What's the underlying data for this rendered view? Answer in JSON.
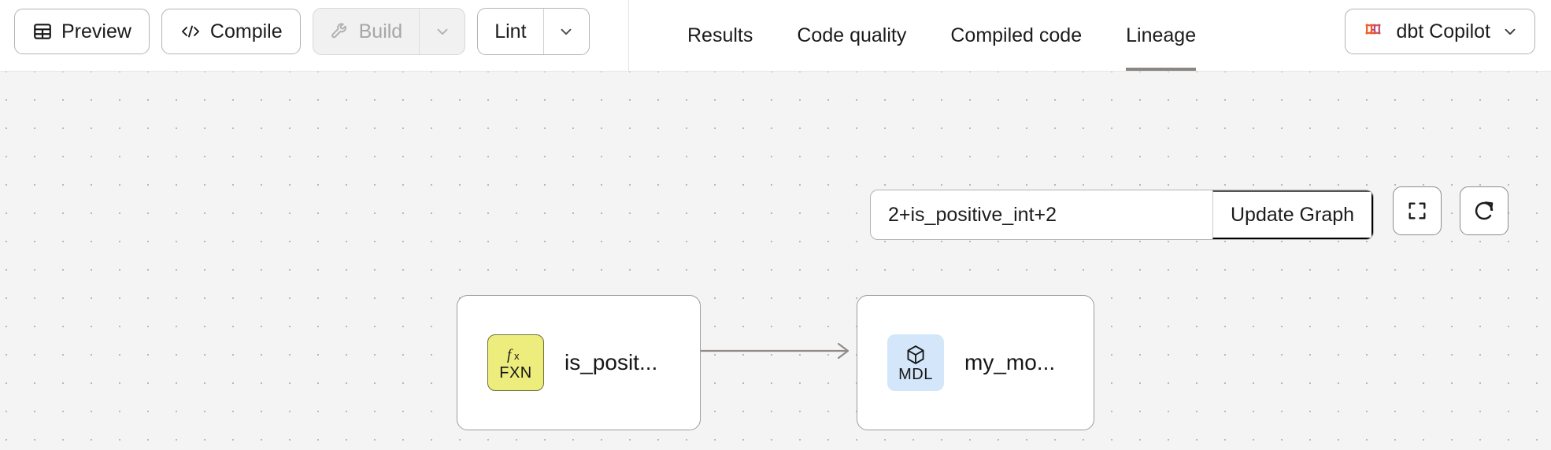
{
  "toolbar": {
    "preview": {
      "label": "Preview",
      "icon": "table-icon",
      "disabled": false
    },
    "compile": {
      "label": "Compile",
      "icon": "code-brackets-icon",
      "disabled": false
    },
    "build": {
      "label": "Build",
      "icon": "wrench-icon",
      "disabled": true,
      "caret_icon": "chevron-down-icon"
    },
    "lint": {
      "label": "Lint",
      "disabled": false,
      "caret_icon": "chevron-down-icon"
    }
  },
  "tabs": [
    {
      "label": "Results",
      "active": false
    },
    {
      "label": "Code quality",
      "active": false
    },
    {
      "label": "Compiled code",
      "active": false
    },
    {
      "label": "Lineage",
      "active": true
    }
  ],
  "copilot": {
    "label": "dbt Copilot",
    "icon": "dbt-copilot-icon",
    "caret_icon": "chevron-down-icon",
    "icon_color_start": "#ee5b26",
    "icon_color_end": "#7c3aed"
  },
  "graph_controls": {
    "selector_value": "2+is_positive_int+2",
    "selector_placeholder": "",
    "update_label": "Update Graph",
    "fit_view_icon": "fullscreen-icon",
    "reset_icon": "refresh-icon"
  },
  "lineage": {
    "nodes": [
      {
        "id": "is_positive_int",
        "title": "is_posit...",
        "type_code": "FXN",
        "type_icon": "fx-icon",
        "badge_color": "#eded7e"
      },
      {
        "id": "my_model",
        "title": "my_mo...",
        "type_code": "MDL",
        "type_icon": "cube-icon",
        "badge_color": "#d3e6fa"
      }
    ],
    "edges": [
      {
        "from": "is_positive_int",
        "to": "my_model"
      }
    ],
    "edge_color": "#8f8b89"
  },
  "theme": {
    "canvas_bg": "#f4f4f4",
    "dot_color": "#b9b9b9",
    "active_tab_underline": "#8c8682",
    "border": "#b7b3b1"
  }
}
